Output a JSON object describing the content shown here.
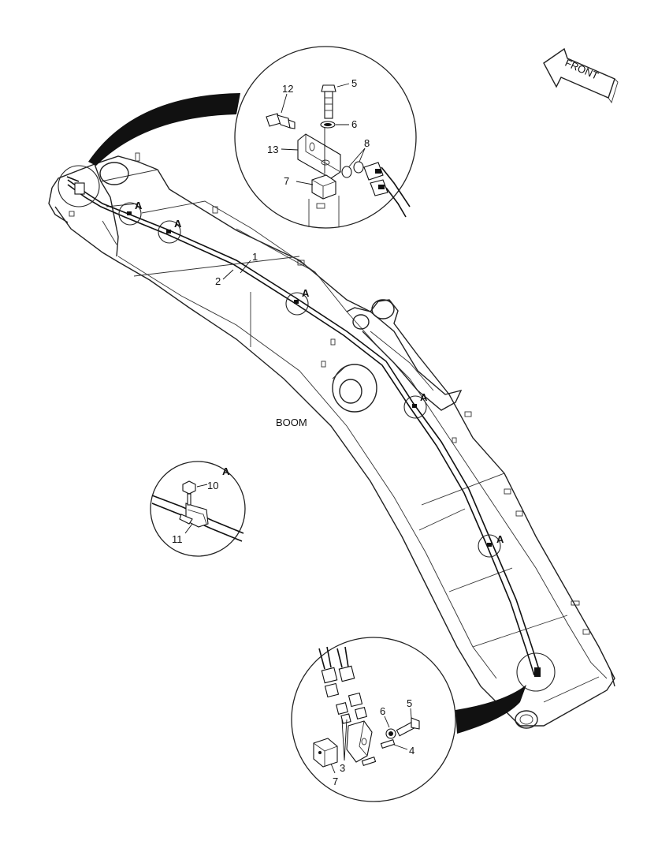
{
  "labels": {
    "front": "FRONT",
    "boom": "BOOM",
    "section_a": "A"
  },
  "top_detail": {
    "parts": [
      "12",
      "5",
      "6",
      "8",
      "13",
      "7"
    ]
  },
  "clamp_detail": {
    "parts": [
      "10",
      "11"
    ]
  },
  "boom_body": {
    "parts": [
      "1",
      "2"
    ]
  },
  "bottom_detail": {
    "parts": [
      "5",
      "6",
      "4",
      "3",
      "7"
    ]
  }
}
